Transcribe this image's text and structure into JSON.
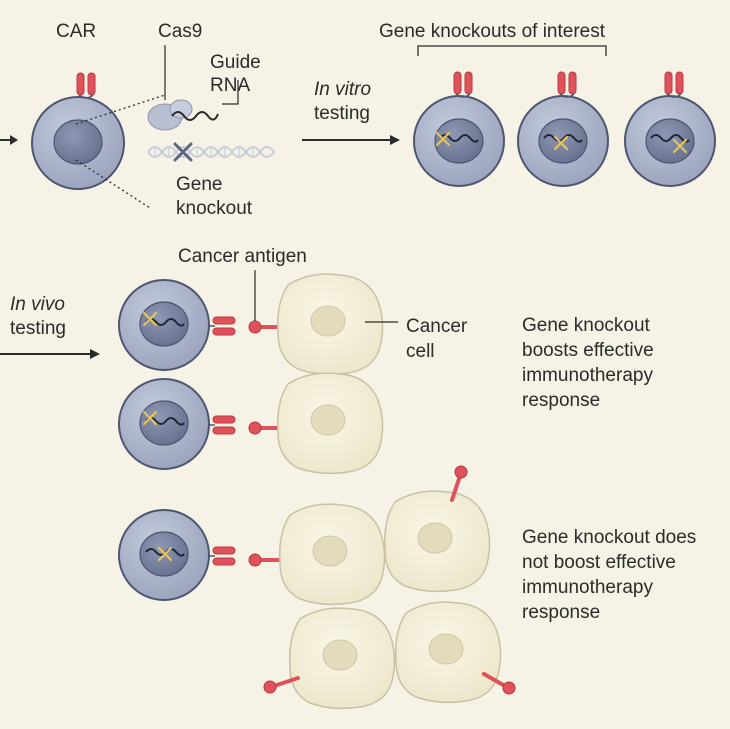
{
  "labels": {
    "car": "CAR",
    "cas9": "Cas9",
    "guide_rna_1": "Guide",
    "guide_rna_2": "RNA",
    "gene_knockout_1": "Gene",
    "gene_knockout_2": "knockout",
    "in_vitro": "In vitro",
    "in_vitro_testing": "testing",
    "gene_knockouts_of_interest": "Gene knockouts of interest",
    "cancer_antigen": "Cancer antigen",
    "in_vivo": "In vivo",
    "in_vivo_testing": "testing",
    "cancer_cell_1": "Cancer",
    "cancer_cell_2": "cell",
    "outcome_boost": [
      "Gene knockout",
      "boosts effective",
      "immunotherapy",
      "response"
    ],
    "outcome_no_boost": [
      "Gene knockout does",
      "not boost effective",
      "immunotherapy",
      "response"
    ]
  },
  "colors": {
    "background": "#f6f2e6",
    "t_cell_body": "#aeb6cb",
    "t_cell_outline": "#4c5670",
    "nucleus": "#7c87a3",
    "knockout_mark": "#e8c25a",
    "car_receptor": "#e0525a",
    "cancer_cell_body": "#f3efd9",
    "cancer_cell_nucleus": "#e2dcbc",
    "cancer_cell_outline": "#c9c1a0",
    "ink": "#2b2b2b"
  }
}
